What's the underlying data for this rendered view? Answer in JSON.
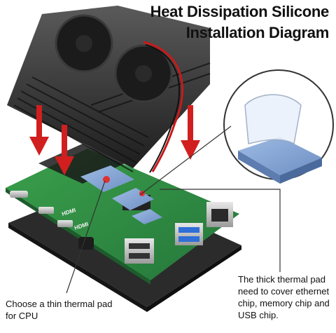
{
  "title": {
    "line1": "Heat Dissipation Silicone",
    "line2": "Installation Diagram"
  },
  "notes": {
    "cpu": "Choose a thin thermal pad for CPU",
    "thick": "The thick thermal pad need to cover ethernet chip, memory chip and USB chip."
  },
  "board_labels": {
    "hdmi1": "HDMI",
    "hdmi2": "HDMI"
  },
  "colors": {
    "arrow": "#d11f1f",
    "board": "#2e8a3e",
    "thermal_pad": "#7d9fd3",
    "pad_marker": "#e0312f",
    "case": "#2a2a2a",
    "leader_line": "#333333"
  }
}
